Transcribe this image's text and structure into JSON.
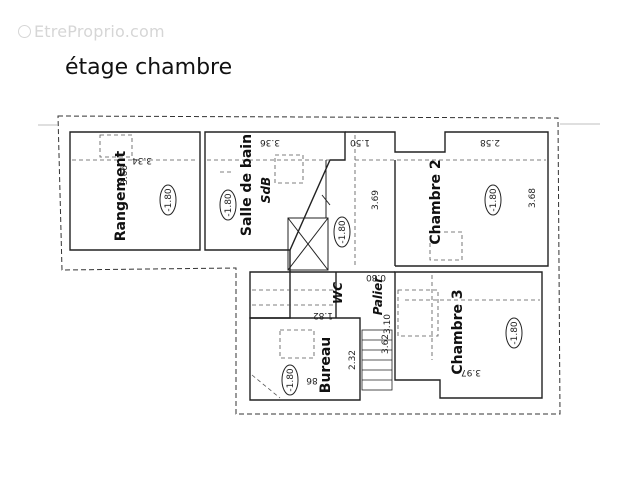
{
  "watermark": {
    "text": "EtreProprio.com",
    "icon": "copyright-icon"
  },
  "title": "étage chambre",
  "rooms": {
    "rangement": {
      "label": "Rangement",
      "height": "-1.80",
      "dim1": "3.34",
      "dim2": "3.66"
    },
    "salle_de_bain": {
      "label": "Salle de bain",
      "sublabel": "SdB",
      "height": "-1.80",
      "dim1": "3.36"
    },
    "chambre2": {
      "label": "Chambre 2",
      "height": "-1.80",
      "dim1": "2.58",
      "dim2": "3.68"
    },
    "palier": {
      "label": "Palier",
      "height": "-1.80",
      "dim1": "1.50",
      "dim2": "3.69",
      "dim3": "0.80",
      "dim4": "3.62"
    },
    "wc": {
      "label": "WC",
      "dim1": "1.82"
    },
    "chambre3": {
      "label": "Chambre 3",
      "height": "-1.80",
      "dim1": "3.10",
      "dim2": "3.97"
    },
    "bureau": {
      "label": "Bureau",
      "height": "-1.80",
      "dim1": "2.32",
      "dim2": "86"
    }
  }
}
